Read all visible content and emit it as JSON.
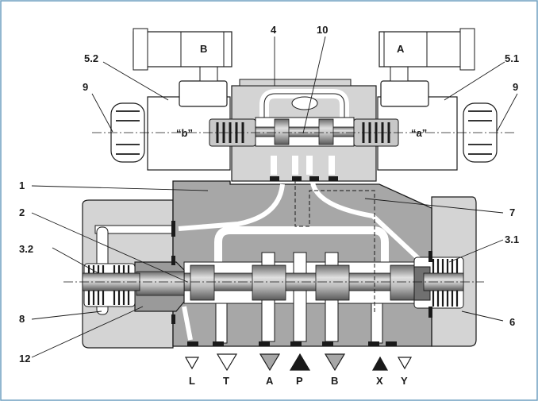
{
  "callouts": {
    "c1": "1",
    "c2": "2",
    "c3_1": "3.1",
    "c3_2": "3.2",
    "c4": "4",
    "c5_1": "5.1",
    "c5_2": "5.2",
    "c6": "6",
    "c7": "7",
    "c8": "8",
    "c9_left": "9",
    "c9_right": "9",
    "c10": "10",
    "c12": "12"
  },
  "solenoids": {
    "left_letter": "B",
    "right_letter": "A",
    "left_side_label": "“b”",
    "right_side_label": "“a”"
  },
  "ports": {
    "L": "L",
    "T": "T",
    "A": "A",
    "P": "P",
    "B": "B",
    "X": "X",
    "Y": "Y"
  },
  "colors": {
    "frame": "#6f9fc0",
    "body_gray": "#a7a7a7",
    "light_gray": "#d4d4d4",
    "white": "#ffffff",
    "line": "#1a1a1a"
  }
}
